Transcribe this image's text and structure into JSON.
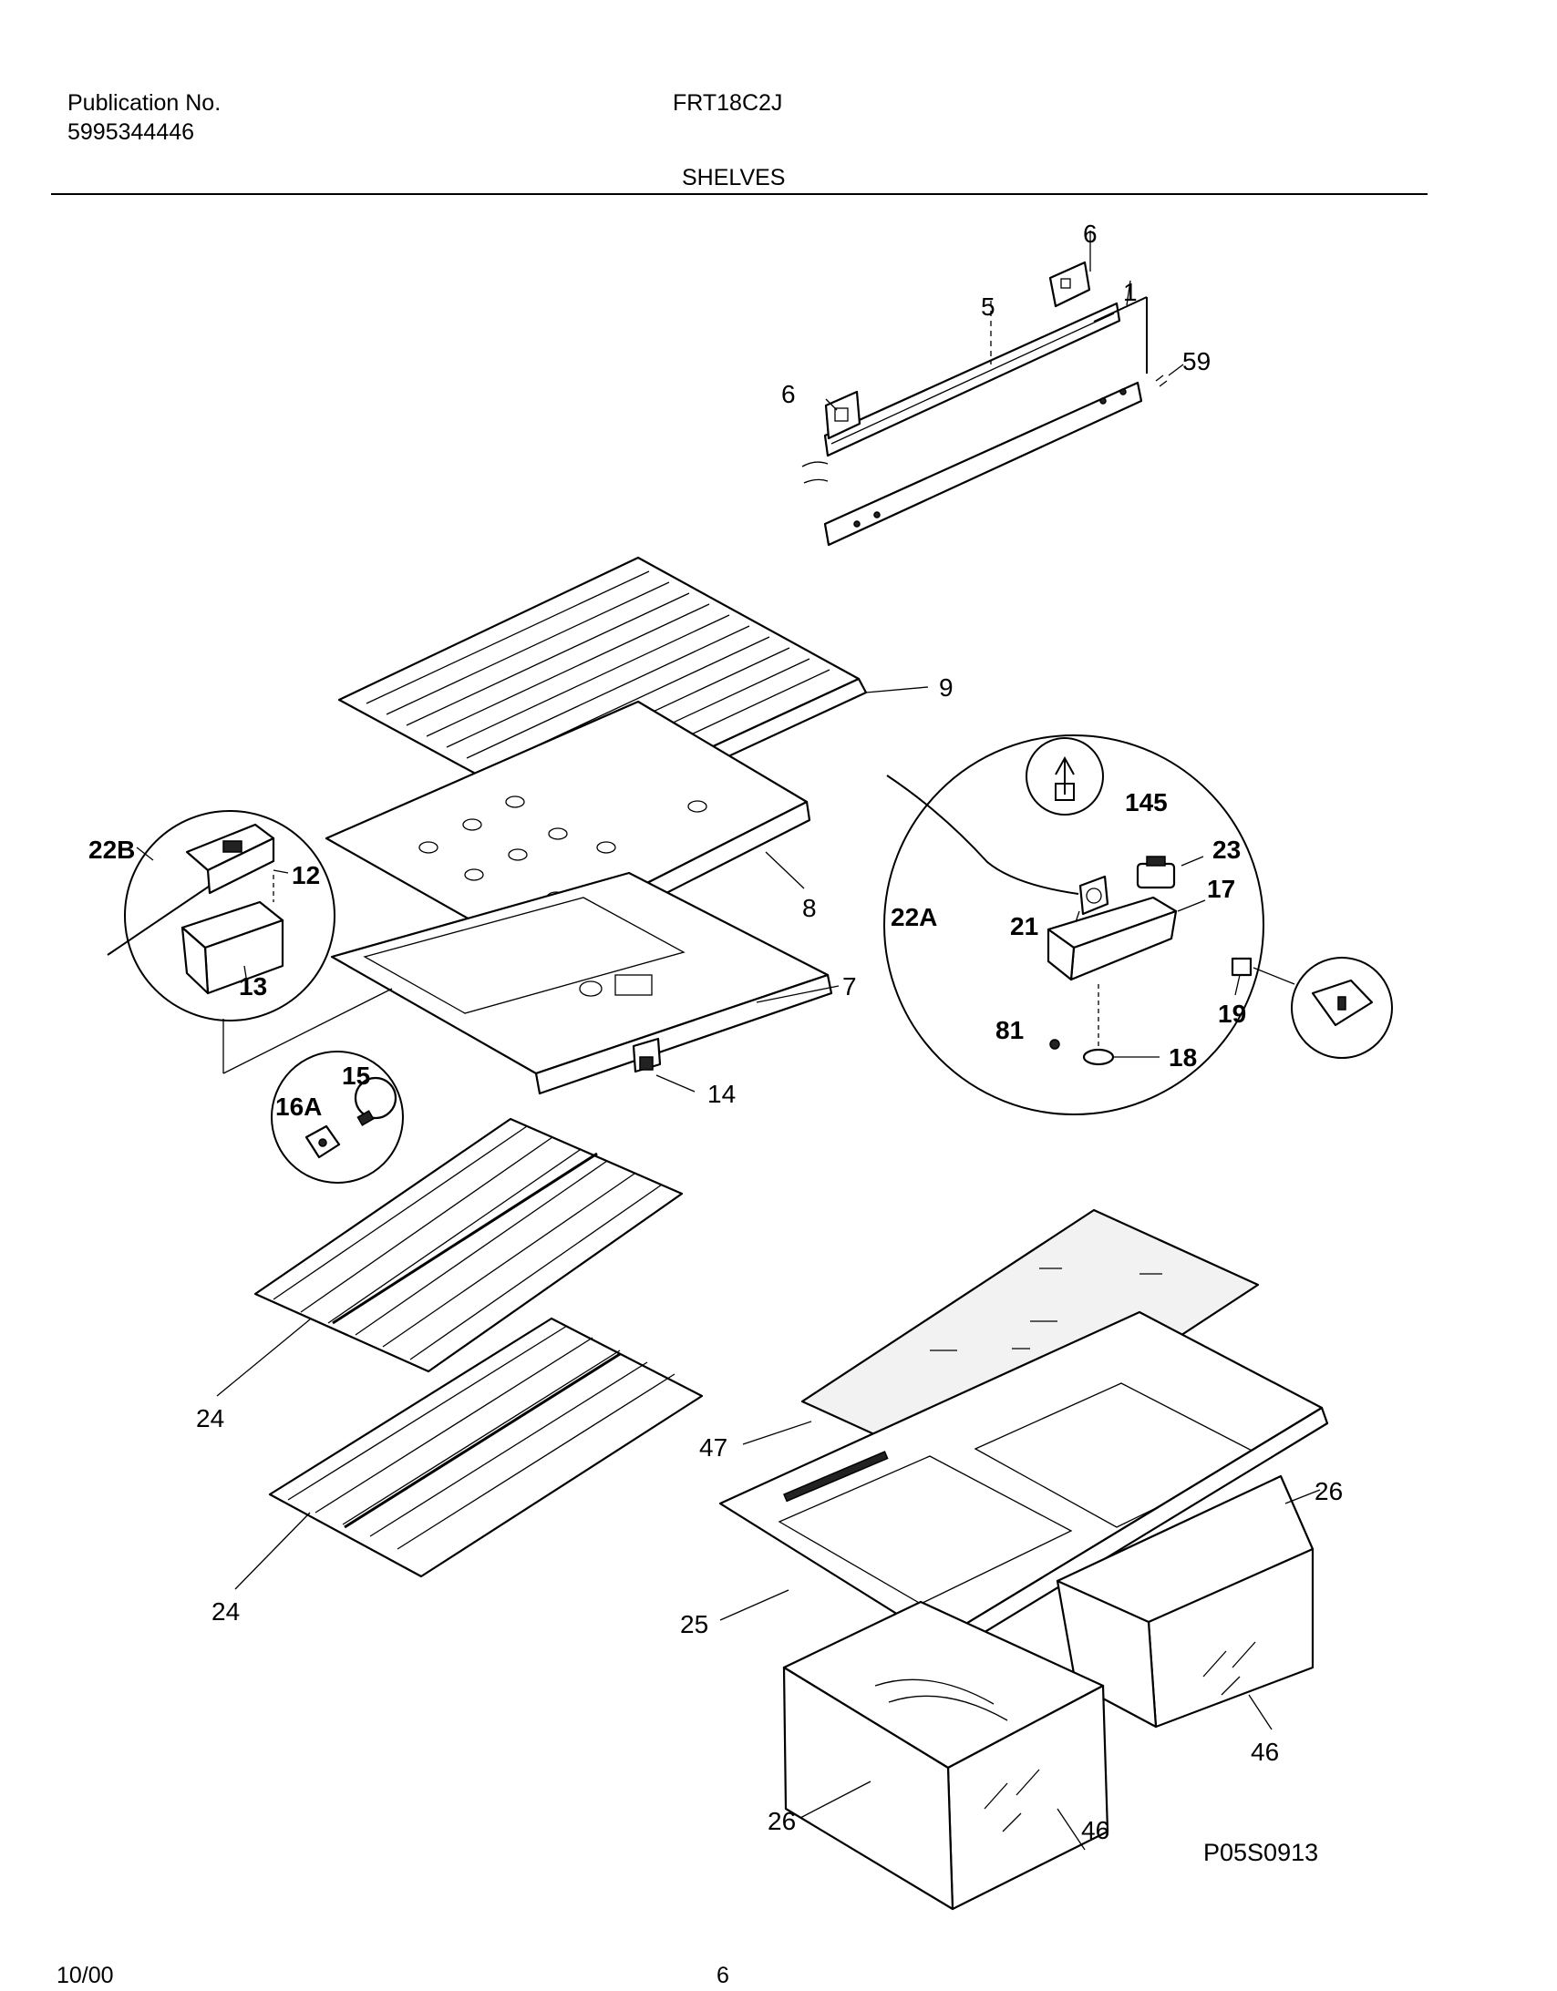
{
  "header": {
    "publication_label": "Publication No.",
    "publication_number": "5995344446",
    "model": "FRT18C2J",
    "section": "SHELVES"
  },
  "footer": {
    "diagram_code": "P05S0913",
    "date": "10/00",
    "page_number": "6"
  },
  "callouts": {
    "c6a": "6",
    "c6b": "6",
    "c5": "5",
    "c1": "1",
    "c59": "59",
    "c9": "9",
    "c8": "8",
    "c7": "7",
    "c14": "14",
    "c22b": "22B",
    "c12": "12",
    "c13": "13",
    "c15": "15",
    "c16a": "16A",
    "c145": "145",
    "c23": "23",
    "c17": "17",
    "c22a": "22A",
    "c21": "21",
    "c19": "19",
    "c81": "81",
    "c18": "18",
    "c24a": "24",
    "c24b": "24",
    "c47": "47",
    "c26a": "26",
    "c25": "25",
    "c26b": "26",
    "c46a": "46",
    "c46b": "46"
  }
}
